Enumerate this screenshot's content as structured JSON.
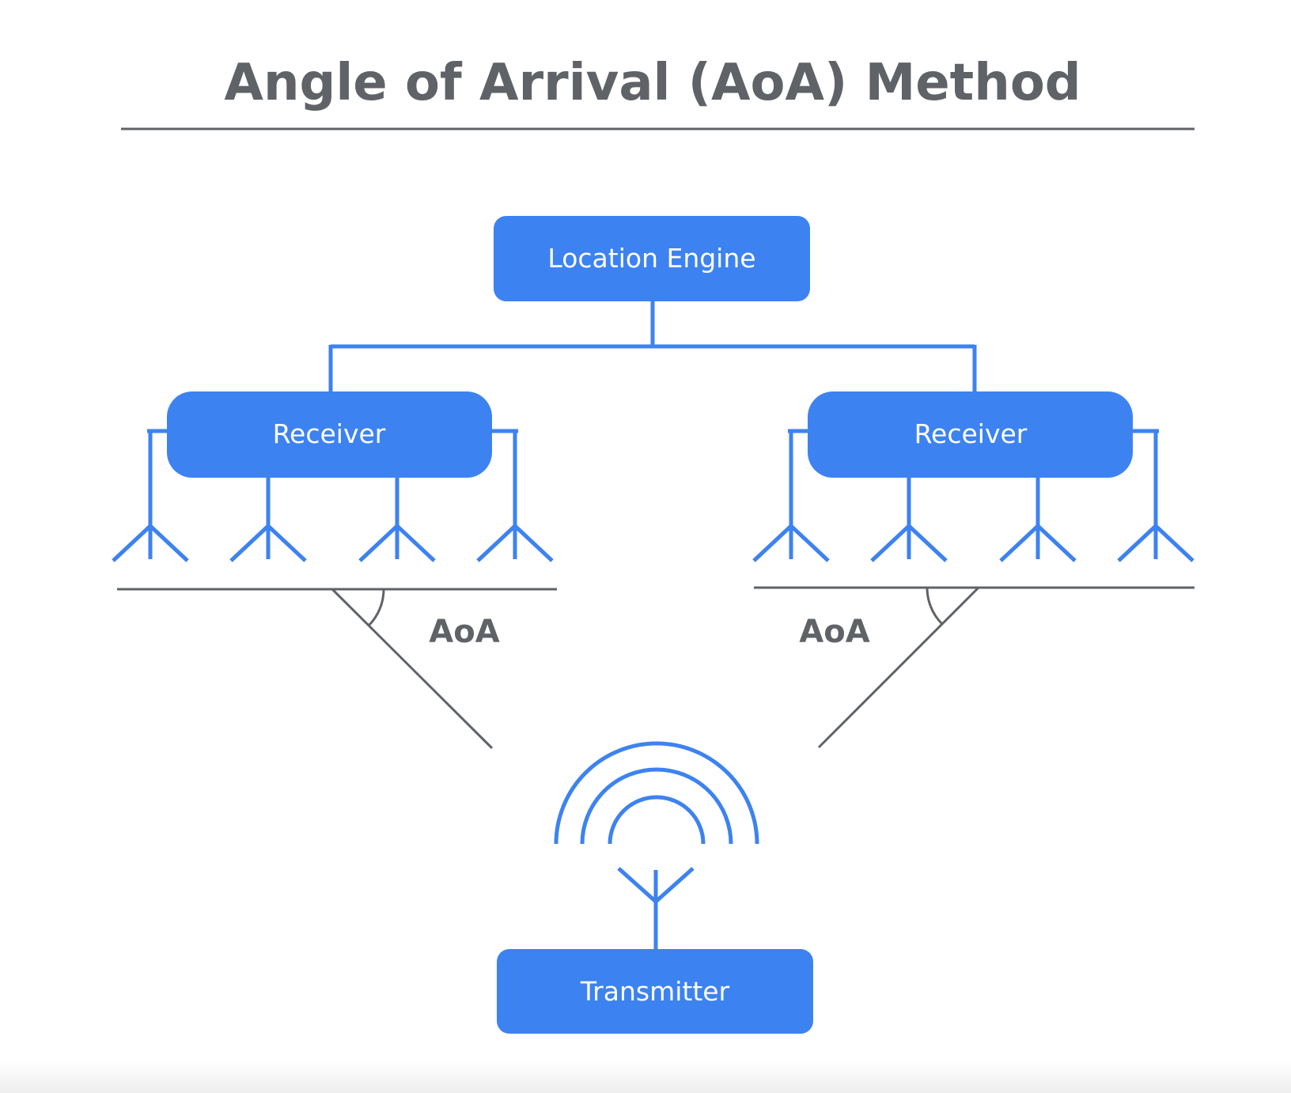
{
  "title": "Angle of Arrival (AoA) Method",
  "nodes": {
    "location_engine": "Location Engine",
    "receiver_left": "Receiver",
    "receiver_right": "Receiver",
    "transmitter": "Transmitter"
  },
  "angle_labels": {
    "left": "AoA",
    "right": "AoA"
  },
  "colors": {
    "accent": "#3d82f1",
    "text_gray": "#5f6368",
    "background": "#ffffff"
  }
}
